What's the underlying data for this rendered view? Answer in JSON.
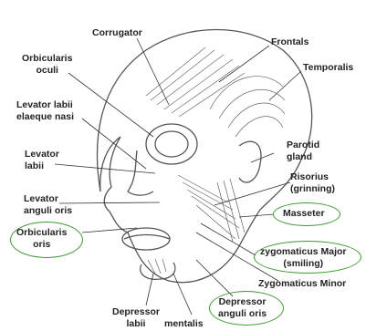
{
  "labels": {
    "corrugator": "Corrugator",
    "frontalis": "Frontals",
    "orbicularis_oculi": [
      "Orbicularis",
      "oculi"
    ],
    "temporalis": "Temporalis",
    "levator_labii_alaeque": [
      "Levator labii",
      "elaeque nasi"
    ],
    "levator_labii": [
      "Levator",
      "labii"
    ],
    "parotid": [
      "Parotid",
      "gland"
    ],
    "risorius": [
      "Risorius",
      "(grinning)"
    ],
    "levator_anguli": [
      "Levator",
      "anguli oris"
    ],
    "orbicularis_oris": [
      "Orbicularis",
      "oris"
    ],
    "masseter": "Masseter",
    "zygomaticus_major": [
      "zygomaticus Major",
      "(smiling)"
    ],
    "zygomaticus_minor": "Zygomaticus Minor",
    "depressor_anguli": [
      "Depressor",
      "anguli oris"
    ],
    "depressor_labii": [
      "Depressor",
      "labii"
    ],
    "mentalis": "mentalis"
  },
  "colors": {
    "highlight": "#3a9a2e",
    "line": "#333333",
    "sketch": "#555555"
  }
}
